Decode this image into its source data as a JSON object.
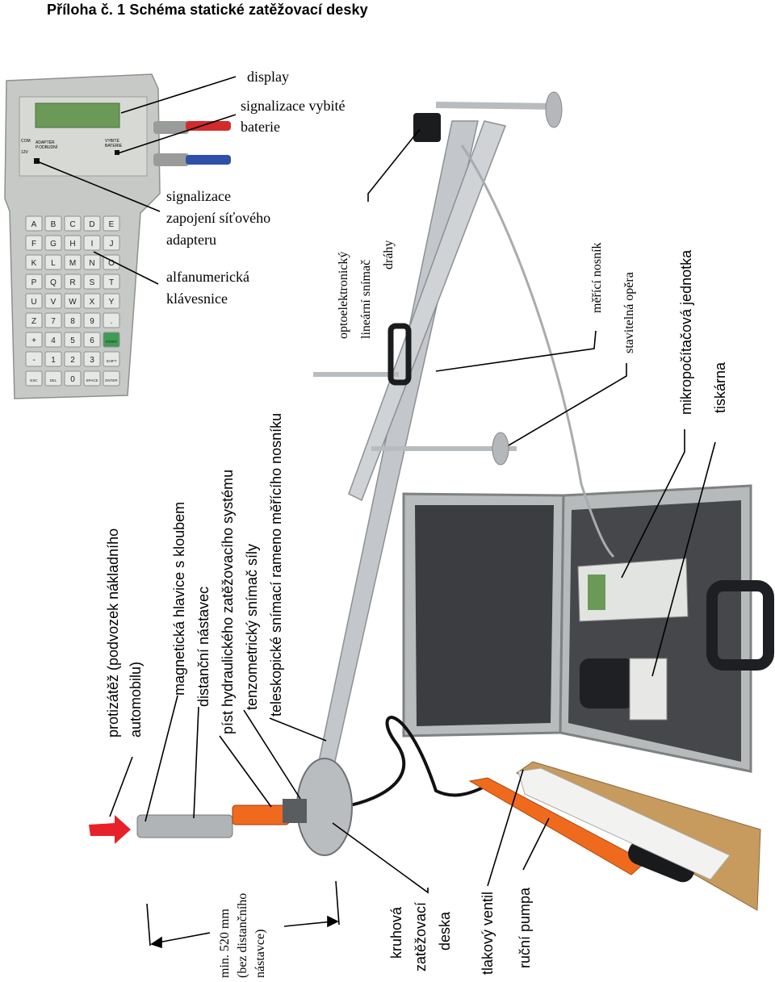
{
  "title": "Příloha č. 1 Schéma statické zatěžovací desky",
  "labels": {
    "display": "display",
    "battery_1": "signalizace vybité",
    "battery_2": "baterie",
    "adapter_1": "signalizace",
    "adapter_2": "zapojení síťového",
    "adapter_3": "adapteru",
    "keyboard_1": "alfanumerická",
    "keyboard_2": "klávesnice",
    "sensor_1": "optoelektronický",
    "sensor_2": "lineární snímač",
    "sensor_3": "dráhy",
    "beam": "měřící nosník",
    "support": "stavitelná opěra",
    "micro": "mikropočítačová jednotka",
    "printer": "tiskárna",
    "counterweight_1": "protizátěž (podvozek nákladního",
    "counterweight_2": "automobilu)",
    "magnet_head": "magnetická hlavice s kloubem",
    "spacer": "distanční nástavec",
    "piston": "píst hydraulického zatěžovacího systému",
    "tenso": "tenzometrický snímač síly",
    "telescopic": "teleskopické snímací rameno měřícího nosníku",
    "dimension_1": "min. 520 mm",
    "dimension_2": "(bez distančního",
    "dimension_3": "nástavce)",
    "plate_1": "kruhová",
    "plate_2": "zatěžovací",
    "plate_3": "deska",
    "valve": "tlakový ventil",
    "pump": "ruční pumpa"
  },
  "device": {
    "com": "COM",
    "adapter": "ADAPTÉR",
    "adapter_sub": "P.ODBUDNÍ",
    "battery": "VYBITÉ",
    "battery_sub": "BATERIE",
    "v": "12V",
    "keys": [
      "A",
      "B",
      "C",
      "D",
      "E",
      "F",
      "G",
      "H",
      "I",
      "J",
      "K",
      "L",
      "M",
      "N",
      "O",
      "P",
      "Q",
      "R",
      "S",
      "T",
      "U",
      "V",
      "W",
      "X",
      "Y",
      "Z",
      "7",
      "8",
      "9",
      ".",
      "+",
      "4",
      "5",
      "6",
      "START",
      "-",
      "1",
      "2",
      "3",
      "SHIFT",
      "ESC",
      "DEL",
      "0",
      "SPACE",
      "ENTER"
    ]
  },
  "colors": {
    "arrow": "#e8202a",
    "pump": "#f06a1e",
    "aluminium": "#c8ccd0",
    "foam": "#3a3c40",
    "device": "#c9ccc8",
    "lcd": "#6a9a58"
  }
}
